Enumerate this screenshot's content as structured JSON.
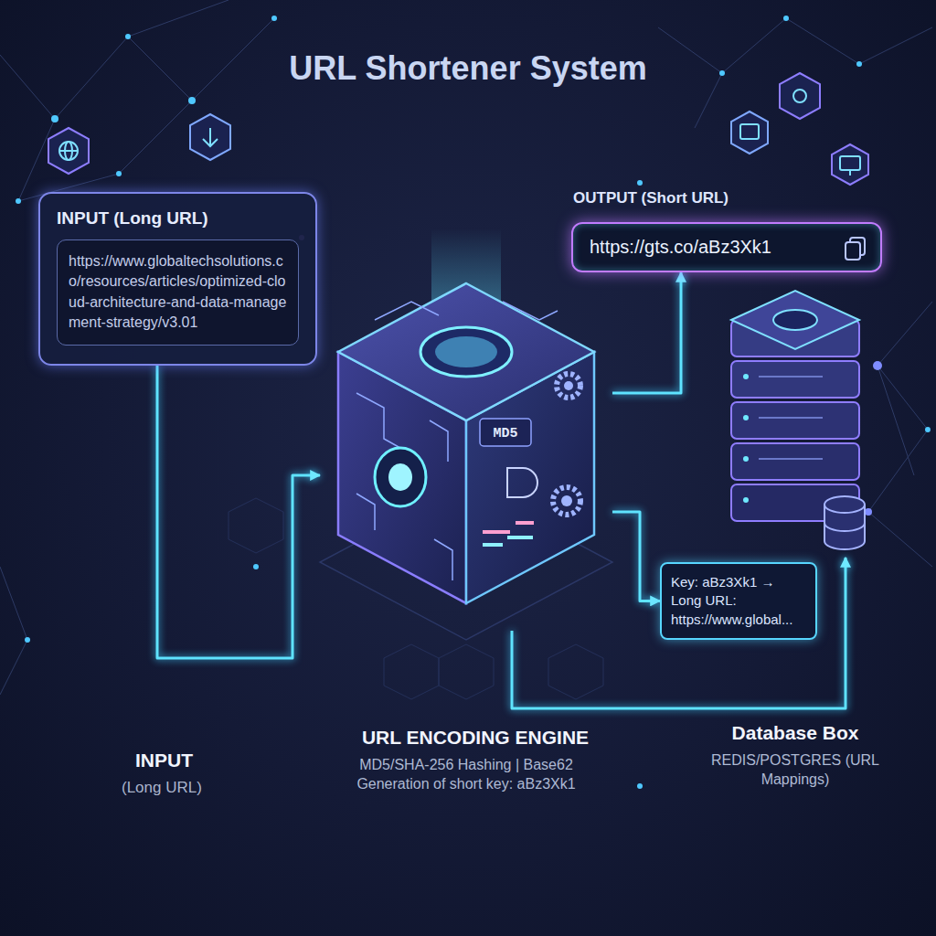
{
  "diagram": {
    "title": "URL Shortener System",
    "nodes": [
      {
        "text": [
          "INPUT (Long URL)"
        ]
      },
      {
        "text": [
          "https://www.globaltechsolutions.co/resources/articles/optimized-cloud-architecture-and-data-management-strategy/v3.01"
        ],
        "in": 0
      },
      {
        "text": [
          "OUTPUT (Short URL)",
          "https://gts.co/aBz3Xk1"
        ]
      },
      {
        "text": [
          "URL ENCODING ENGINE",
          "MD5/SHA-256 Hashing | Base62 Generation of short key: aBz3Xk1"
        ]
      },
      {
        "text": [
          "Key: aBz3Xk1 → Long URL: https://www.global..."
        ]
      },
      {
        "text": [
          "Database Box",
          "REDIS/POSTGRES (URL Mappings)"
        ]
      }
    ],
    "edges": [
      {
        "from": 0,
        "to": 3,
        "arrow": "to"
      },
      {
        "from": 3,
        "to": 2,
        "arrow": "to"
      },
      {
        "from": 3,
        "to": 4,
        "arrow": "to"
      },
      {
        "from": 3,
        "to": 5,
        "arrow": "to"
      }
    ],
    "labels": [
      "MD5",
      "INPUT",
      "(Long URL)"
    ]
  }
}
